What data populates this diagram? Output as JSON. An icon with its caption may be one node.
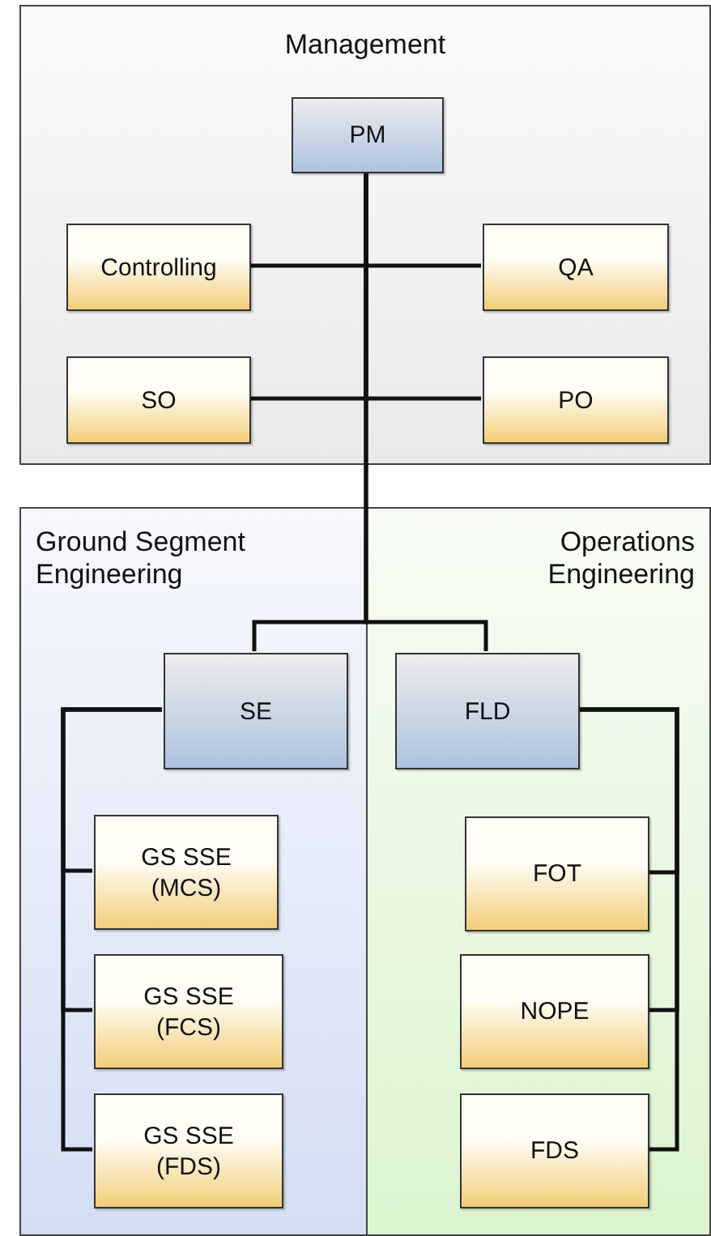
{
  "diagram": {
    "nodes": [
      {
        "text": [
          "Management"
        ]
      },
      {
        "text": [
          "PM"
        ],
        "in": 0
      },
      {
        "text": [
          "Controlling"
        ],
        "in": 0
      },
      {
        "text": [
          "QA"
        ],
        "in": 0
      },
      {
        "text": [
          "SO"
        ],
        "in": 0
      },
      {
        "text": [
          "PO"
        ],
        "in": 0
      },
      {
        "text": [
          "Ground Segment Engineering"
        ]
      },
      {
        "text": [
          "Operations Engineering"
        ]
      },
      {
        "text": [
          "SE"
        ],
        "in": 6
      },
      {
        "text": [
          "FLD"
        ],
        "in": 7
      },
      {
        "text": [
          "GS SSE (MCS)"
        ],
        "in": 6
      },
      {
        "text": [
          "GS SSE (FCS)"
        ],
        "in": 6
      },
      {
        "text": [
          "GS SSE (FDS)"
        ],
        "in": 6
      },
      {
        "text": [
          "FOT"
        ],
        "in": 7
      },
      {
        "text": [
          "NOPE"
        ],
        "in": 7
      },
      {
        "text": [
          "FDS"
        ],
        "in": 7
      }
    ],
    "edges": [
      {
        "from": 1,
        "to": 2,
        "arrow": "none"
      },
      {
        "from": 1,
        "to": 3,
        "arrow": "none"
      },
      {
        "from": 1,
        "to": 4,
        "arrow": "none"
      },
      {
        "from": 1,
        "to": 5,
        "arrow": "none"
      },
      {
        "from": 1,
        "to": 8,
        "arrow": "none"
      },
      {
        "from": 1,
        "to": 9,
        "arrow": "none"
      },
      {
        "from": 8,
        "to": 10,
        "arrow": "none"
      },
      {
        "from": 8,
        "to": 11,
        "arrow": "none"
      },
      {
        "from": 8,
        "to": 12,
        "arrow": "none"
      },
      {
        "from": 9,
        "to": 13,
        "arrow": "none"
      },
      {
        "from": 9,
        "to": 14,
        "arrow": "none"
      },
      {
        "from": 9,
        "to": 15,
        "arrow": "none"
      }
    ]
  }
}
